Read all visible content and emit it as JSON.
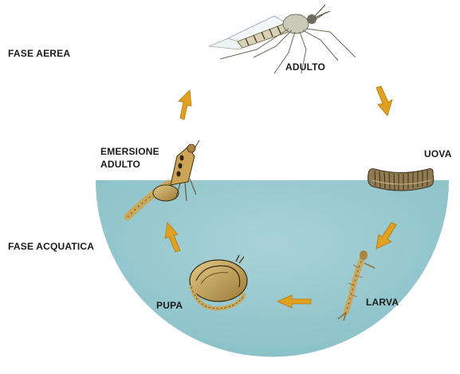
{
  "labels": {
    "phase_air": "FASE AEREA",
    "phase_water": "FASE ACQUATICA",
    "adult": "ADULTO",
    "eggs": "UOVA",
    "larva": "LARVA",
    "pupa": "PUPA",
    "emergence_line1": "EMERSIONE",
    "emergence_line2": "ADULTO"
  },
  "icons": [
    "mosquito-adult",
    "egg-raft",
    "larva",
    "pupa",
    "emerging-adult",
    "cycle-arrow"
  ],
  "colors": {
    "water": "#8cc3c9",
    "water_light": "#a9d3d8",
    "arrow": "#e0a020",
    "insect_body": "#c9a75c",
    "insect_dark": "#5a4620",
    "text": "#1a1a1a"
  }
}
